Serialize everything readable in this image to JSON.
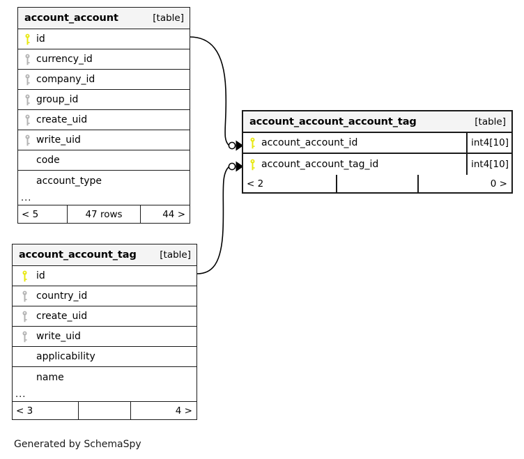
{
  "diagram": {
    "caption": "Generated by SchemaSpy",
    "colors": {
      "primary_key": "#e8e80f",
      "foreign_key": "#b3b3b3",
      "header_bg": "#f4f4f4",
      "border": "#1a1a1a",
      "background": "#ffffff"
    }
  },
  "tables": {
    "account_account": {
      "name": "account_account",
      "kind": "[table]",
      "columns": [
        {
          "name": "id",
          "key": "primary-key"
        },
        {
          "name": "currency_id",
          "key": "foreign-key"
        },
        {
          "name": "company_id",
          "key": "foreign-key"
        },
        {
          "name": "group_id",
          "key": "foreign-key"
        },
        {
          "name": "create_uid",
          "key": "foreign-key"
        },
        {
          "name": "write_uid",
          "key": "foreign-key"
        },
        {
          "name": "code",
          "key": "none"
        },
        {
          "name": "account_type",
          "key": "none"
        }
      ],
      "ellipsis": "...",
      "footer": {
        "left": "< 5",
        "middle": "47 rows",
        "right": "44 >"
      }
    },
    "account_account_tag": {
      "name": "account_account_tag",
      "kind": "[table]",
      "columns": [
        {
          "name": "id",
          "key": "primary-key"
        },
        {
          "name": "country_id",
          "key": "foreign-key"
        },
        {
          "name": "create_uid",
          "key": "foreign-key"
        },
        {
          "name": "write_uid",
          "key": "foreign-key"
        },
        {
          "name": "applicability",
          "key": "none"
        },
        {
          "name": "name",
          "key": "none"
        }
      ],
      "ellipsis": "...",
      "footer": {
        "left": "< 3",
        "middle": "",
        "right": "4 >"
      }
    },
    "account_account_account_tag": {
      "name": "account_account_account_tag",
      "kind": "[table]",
      "columns": [
        {
          "name": "account_account_id",
          "key": "primary-key",
          "type": "int4[10]"
        },
        {
          "name": "account_account_tag_id",
          "key": "primary-key",
          "type": "int4[10]"
        }
      ],
      "footer": {
        "left": "< 2",
        "middle": "",
        "right": "0 >"
      }
    }
  },
  "relationships": [
    {
      "from_table": "account_account",
      "from_column": "id",
      "to_table": "account_account_account_tag",
      "to_column": "account_account_id"
    },
    {
      "from_table": "account_account_tag",
      "from_column": "id",
      "to_table": "account_account_account_tag",
      "to_column": "account_account_tag_id"
    }
  ]
}
